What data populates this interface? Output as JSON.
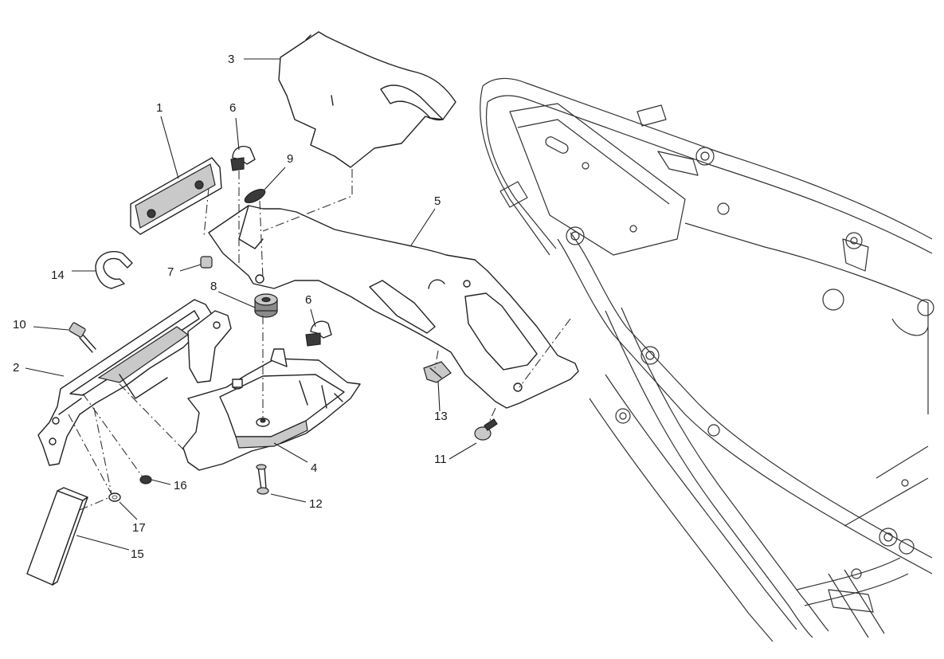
{
  "diagram": {
    "callouts": [
      {
        "id": "c1",
        "label": "1"
      },
      {
        "id": "c2",
        "label": "2"
      },
      {
        "id": "c3",
        "label": "3"
      },
      {
        "id": "c4",
        "label": "4"
      },
      {
        "id": "c5",
        "label": "5"
      },
      {
        "id": "c6a",
        "label": "6"
      },
      {
        "id": "c6b",
        "label": "6"
      },
      {
        "id": "c7",
        "label": "7"
      },
      {
        "id": "c8",
        "label": "8"
      },
      {
        "id": "c9",
        "label": "9"
      },
      {
        "id": "c10",
        "label": "10"
      },
      {
        "id": "c11",
        "label": "11"
      },
      {
        "id": "c12",
        "label": "12"
      },
      {
        "id": "c13",
        "label": "13"
      },
      {
        "id": "c14",
        "label": "14"
      },
      {
        "id": "c15",
        "label": "15"
      },
      {
        "id": "c16",
        "label": "16"
      },
      {
        "id": "c17",
        "label": "17"
      }
    ]
  }
}
